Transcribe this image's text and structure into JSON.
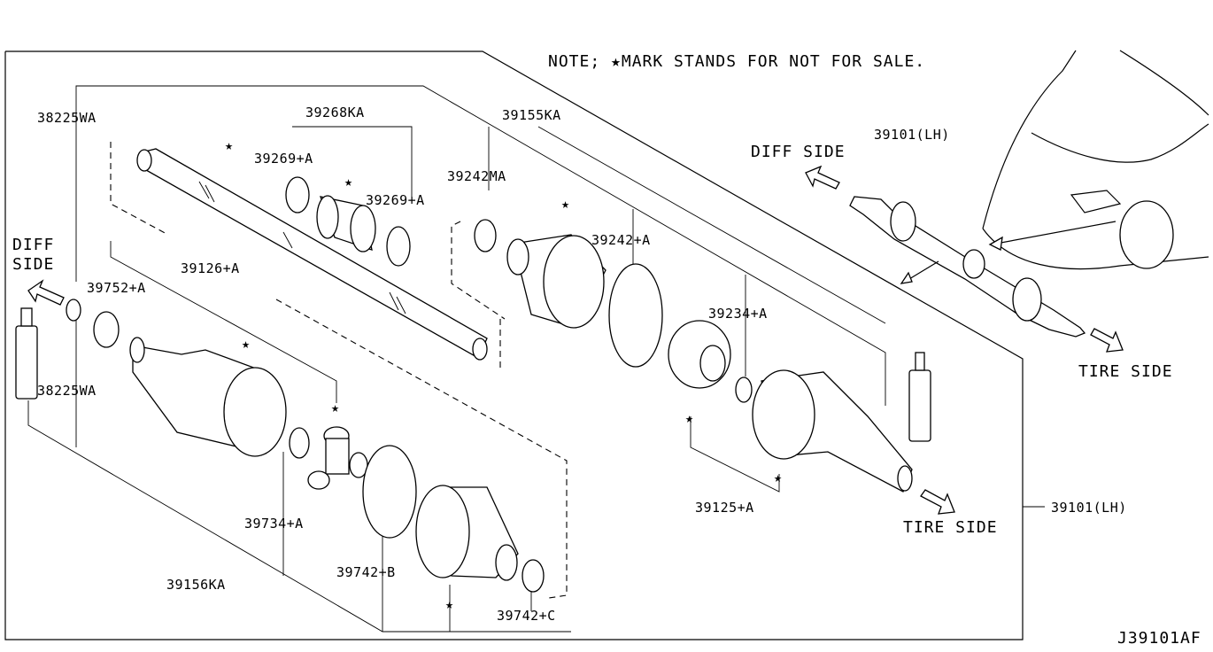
{
  "diagram": {
    "note": "NOTE; ★MARK STANDS FOR NOT FOR SALE.",
    "figure_code": "J39101AF",
    "side_labels": {
      "diff_side_left": "DIFF\nSIDE",
      "diff_side_inset": "DIFF SIDE",
      "tire_side_inset": "TIRE SIDE",
      "tire_side_main": "TIRE SIDE"
    },
    "part_labels": {
      "p38225wa_top": "38225WA",
      "p38225wa_bottom": "38225WA",
      "p39268ka": "39268KA",
      "p39269a_left": "39269+A",
      "p39269a_right": "39269+A",
      "p39155ka": "39155KA",
      "p39242ma": "39242MA",
      "p39242a": "39242+A",
      "p39752a": "39752+A",
      "p39126a": "39126+A",
      "p39234a": "39234+A",
      "p39101lh_inset": "39101(LH)",
      "p39101lh_main": "39101(LH)",
      "p39125a": "39125+A",
      "p39734a": "39734+A",
      "p39742b": "39742+B",
      "p39742c": "39742+C",
      "p39156ka": "39156KA"
    },
    "not_for_sale_mark": "★"
  }
}
